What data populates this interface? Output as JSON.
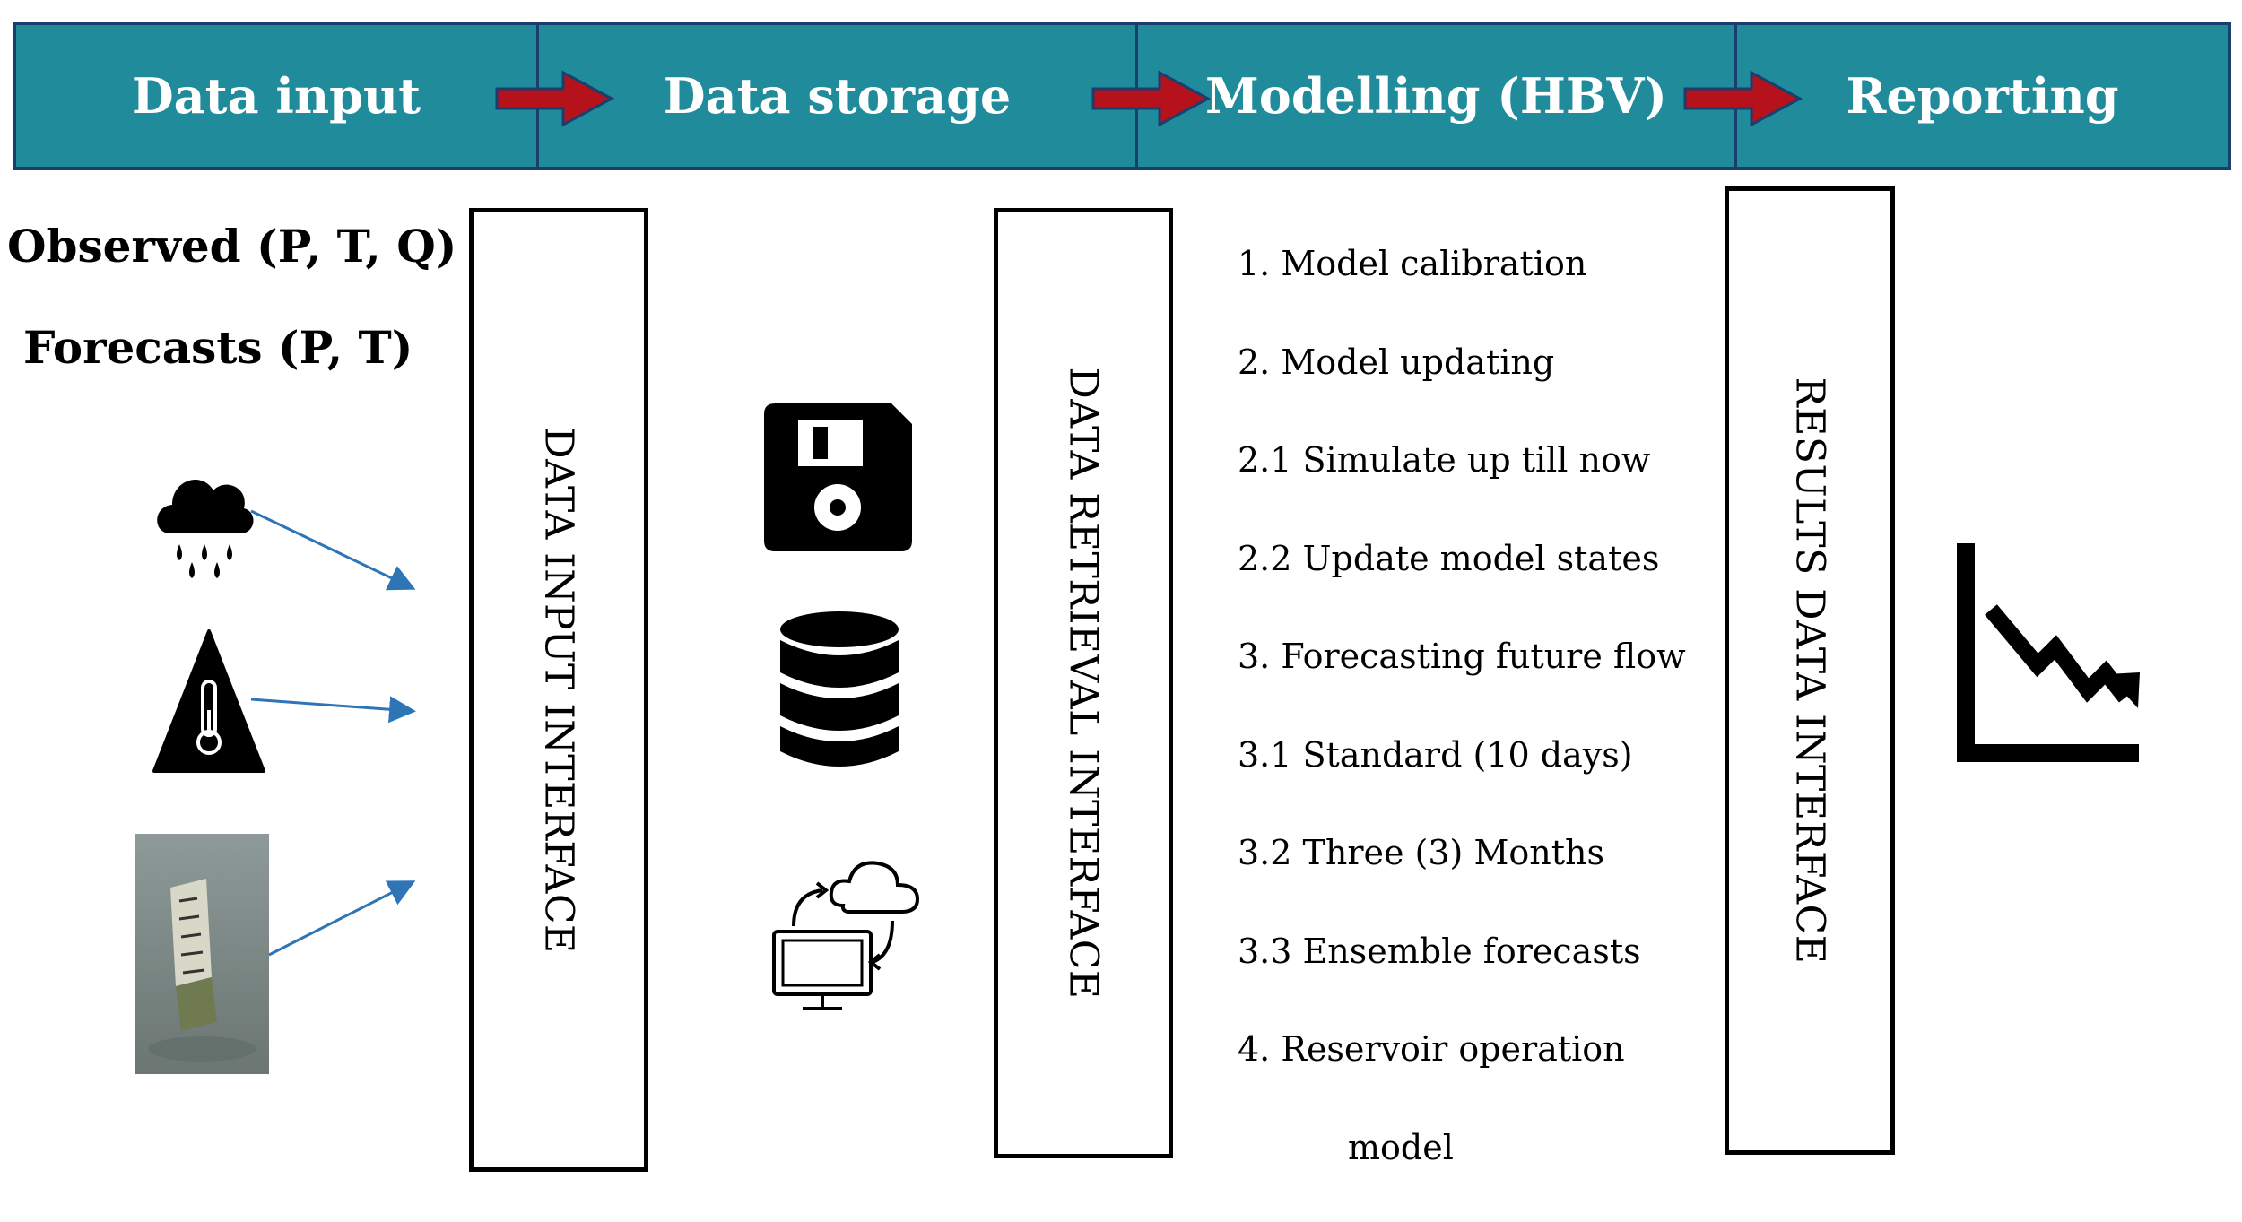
{
  "header": {
    "stages": [
      "Data input",
      "Data storage",
      "Modelling (HBV)",
      "Reporting"
    ],
    "colors": {
      "banner": "#1f8b9b",
      "arrow": "#b5121b"
    }
  },
  "inputs": {
    "observed_label": "Observed (P, T, Q)",
    "forecasts_label": "Forecasts (P, T)"
  },
  "interfaces": {
    "data_input": "DATA INPUT INTERFACE",
    "data_retrieval": "DATA RETRIEVAL INTERFACE",
    "results_data": "RESULTS DATA INTERFACE"
  },
  "modelling_steps": [
    "1.  Model calibration",
    "2.  Model updating",
    "2.1 Simulate up till now",
    "2.2 Update model states",
    "3.  Forecasting future flow",
    "3.1 Standard (10 days)",
    "3.2 Three (3) Months",
    "3.3 Ensemble forecasts",
    "4.  Reservoir operation",
    "model"
  ],
  "icons": {
    "input": [
      "rain-cloud-icon",
      "thermometer-warning-icon",
      "water-gauge-photo"
    ],
    "storage": [
      "floppy-disk-icon",
      "database-icon",
      "cloud-sync-icon"
    ],
    "reporting": [
      "declining-chart-icon"
    ]
  }
}
